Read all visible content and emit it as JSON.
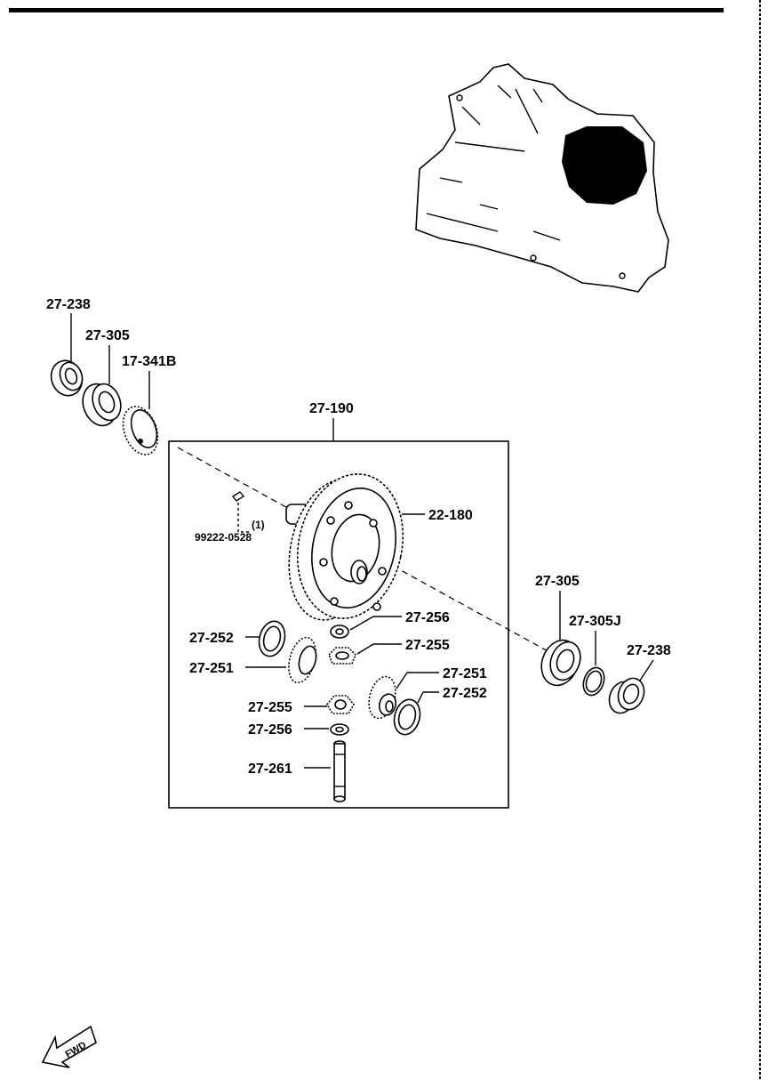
{
  "labels": {
    "bearing_left": "27-238",
    "race_left": "27-305",
    "gear_left": "17-341B",
    "assembly": "27-190",
    "ring_gear": "22-180",
    "pin_qty": "(1)",
    "pin_part": "99222-0528",
    "race_right": "27-305",
    "shim_right": "27-305J",
    "bearing_right": "27-238",
    "washer_left": "27-252",
    "side_gear_left": "27-251",
    "pinion_washer_top": "27-256",
    "pinion_top": "27-255",
    "side_gear_right": "27-251",
    "washer_right": "27-252",
    "pinion_bottom": "27-255",
    "pinion_washer_bottom": "27-256",
    "pinion_shaft": "27-261"
  },
  "fwd_label": "FWD"
}
